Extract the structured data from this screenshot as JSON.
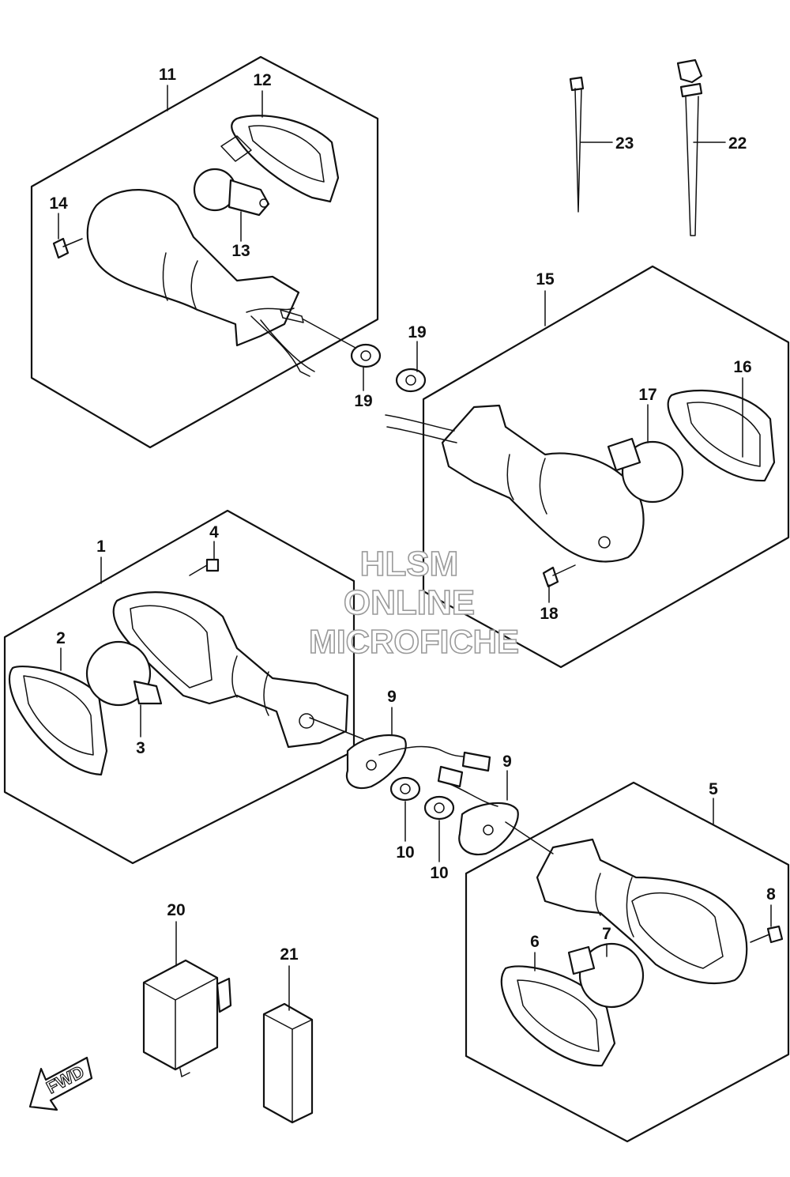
{
  "callouts": [
    "1",
    "2",
    "3",
    "4",
    "5",
    "6",
    "7",
    "8",
    "9",
    "9",
    "10",
    "10",
    "11",
    "12",
    "13",
    "14",
    "15",
    "16",
    "17",
    "18",
    "19",
    "19",
    "20",
    "21",
    "22",
    "23"
  ],
  "watermark": {
    "line1": "HLSM",
    "line2": "ONLINE",
    "line3": "MICROFICHE",
    "color": "#9a9a9a"
  },
  "direction_arrow": {
    "label": "FWD",
    "icon": "fwd-arrow-icon"
  }
}
